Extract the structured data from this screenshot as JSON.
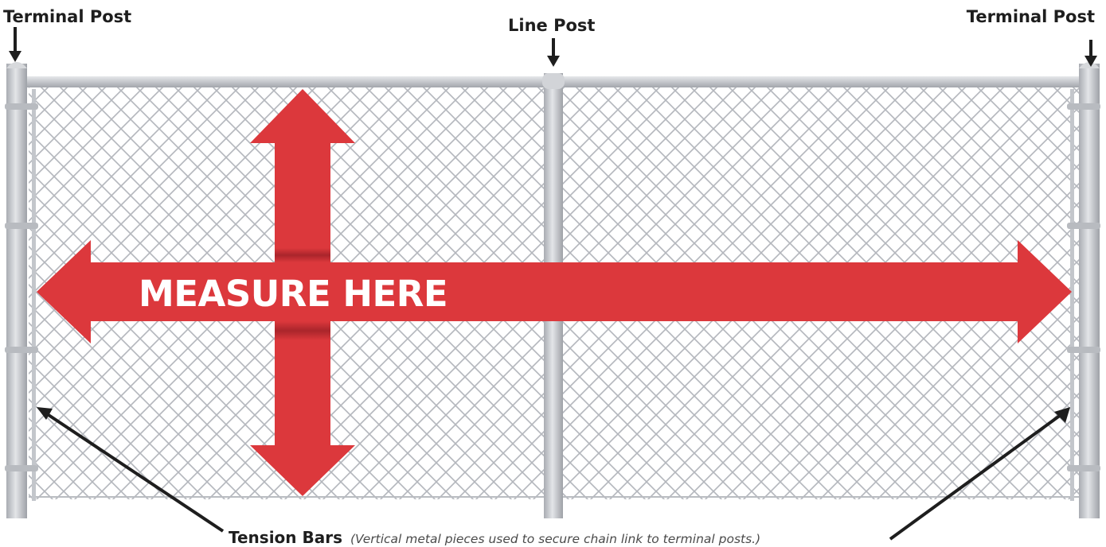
{
  "labels": {
    "terminal_post_left": "Terminal Post",
    "line_post": "Line Post",
    "terminal_post_right": "Terminal Post",
    "measure": "MEASURE HERE",
    "tension_bars": "Tension Bars",
    "tension_bars_note": "(Vertical metal pieces used to secure chain link to terminal posts.)"
  },
  "colors": {
    "arrow_red": "#dc383c",
    "arrow_shadow": "#a42329",
    "post_gray": "#c8cacf",
    "mesh_gray": "#b4b7bd",
    "pointer": "#1e1e1e"
  }
}
